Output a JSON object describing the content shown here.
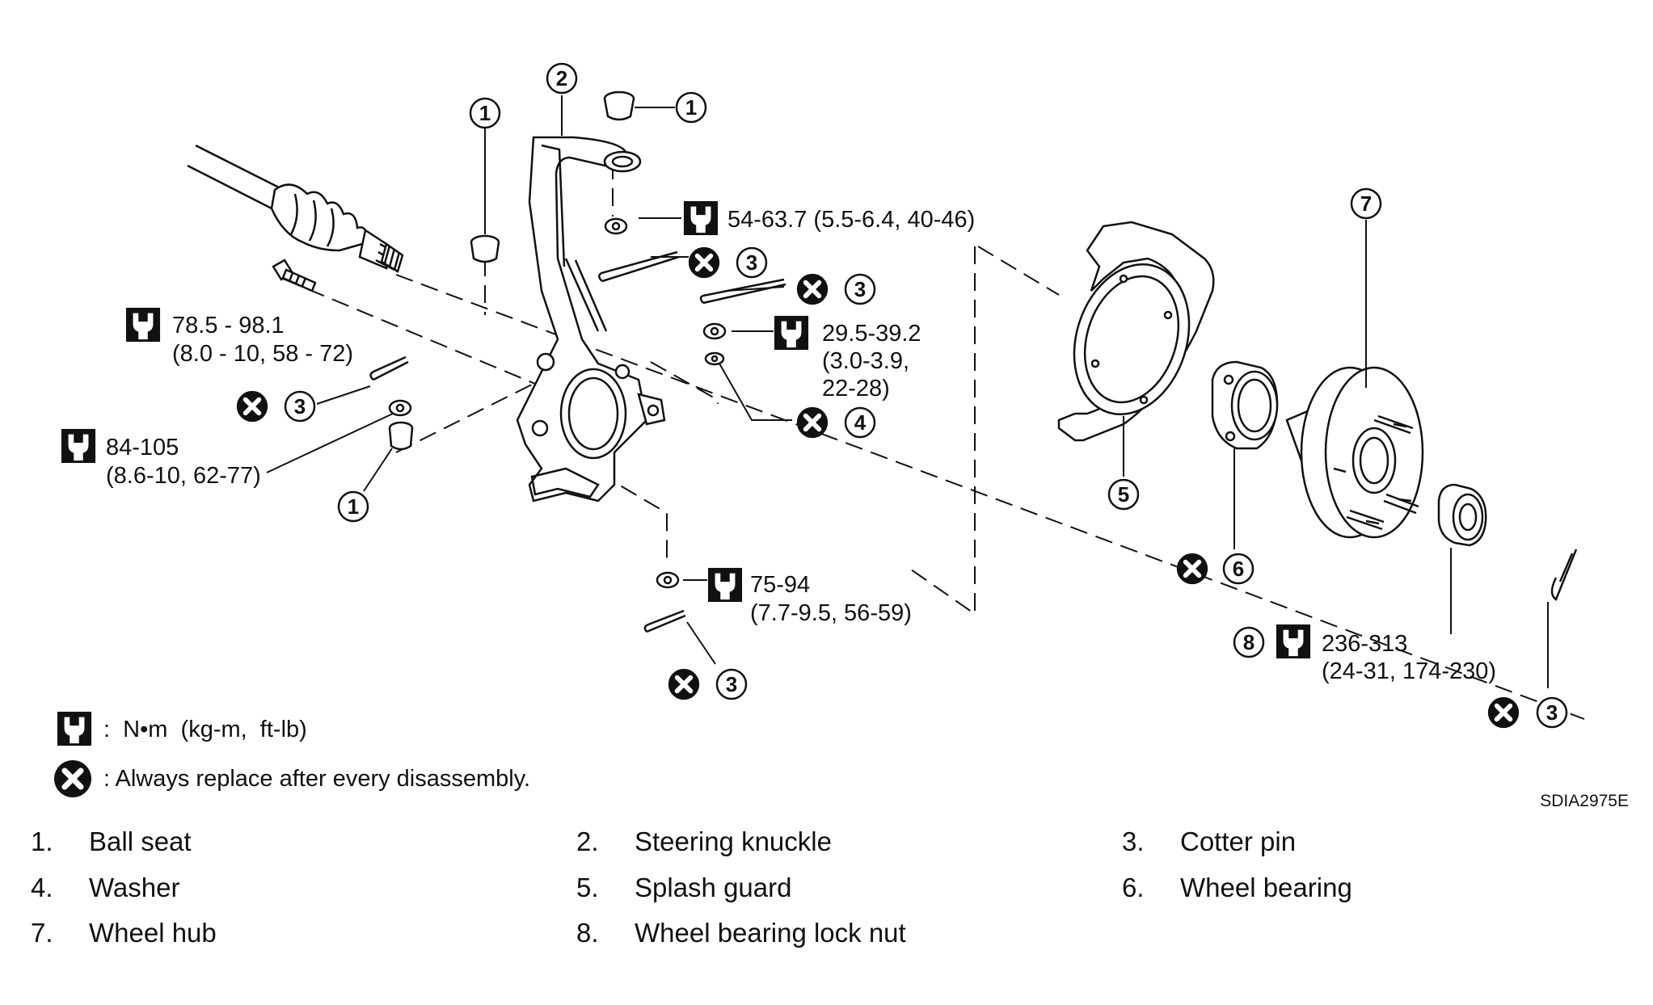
{
  "diagram": {
    "code": "SDIA2975E",
    "callout_numbers": [
      "1",
      "2",
      "3",
      "4",
      "5",
      "6",
      "7",
      "8"
    ],
    "torque_specs": {
      "upper_nut": "54-63.7 (5.5-6.4, 40-46)",
      "bolt_line1": "78.5 - 98.1",
      "bolt_line2": "(8.0 - 10, 58 - 72)",
      "middle_nut_line1": "29.5-39.2",
      "middle_nut_line2": "(3.0-3.9,",
      "middle_nut_line3": "22-28)",
      "lower_ball_nut_line1": "84-105",
      "lower_ball_nut_line2": "(8.6-10, 62-77)",
      "lower_nut_line1": "75-94",
      "lower_nut_line2": "(7.7-9.5, 56-59)",
      "lock_nut_line1": "236-313",
      "lock_nut_line2": "(24-31, 174-230)"
    },
    "legend": {
      "torque_unit": ":  N•m  (kg-m,  ft-lb)",
      "replace_note": ": Always replace after every disassembly."
    },
    "icons": [
      "torque-wrench-icon",
      "replace-x-icon"
    ]
  },
  "parts_list": [
    {
      "num": "1.",
      "label": "Ball seat"
    },
    {
      "num": "2.",
      "label": "Steering knuckle"
    },
    {
      "num": "3.",
      "label": "Cotter pin"
    },
    {
      "num": "4.",
      "label": "Washer"
    },
    {
      "num": "5.",
      "label": "Splash guard"
    },
    {
      "num": "6.",
      "label": "Wheel bearing"
    },
    {
      "num": "7.",
      "label": "Wheel hub"
    },
    {
      "num": "8.",
      "label": "Wheel bearing lock nut"
    }
  ]
}
